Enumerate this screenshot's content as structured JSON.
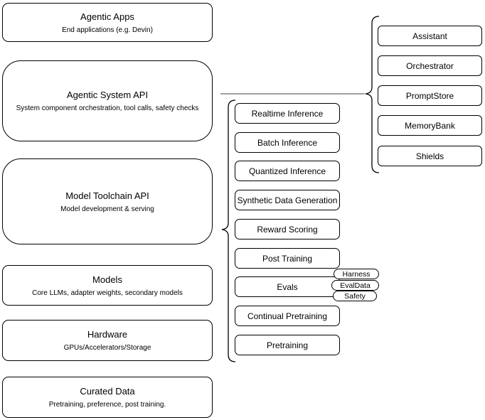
{
  "diagram": {
    "left_stack": [
      {
        "title": "Agentic Apps",
        "subtitle": "End applications (e.g. Devin)"
      },
      {
        "title": "Agentic System API",
        "subtitle": "System component orchestration, tool calls, safety checks"
      },
      {
        "title": "Model Toolchain API",
        "subtitle": "Model development & serving"
      },
      {
        "title": "Models",
        "subtitle": "Core LLMs, adapter weights, secondary models"
      },
      {
        "title": "Hardware",
        "subtitle": "GPUs/Accelerators/Storage"
      },
      {
        "title": "Curated Data",
        "subtitle": "Pretraining, preference, post training."
      }
    ],
    "toolchain_apis": [
      "Realtime Inference",
      "Batch Inference",
      "Quantized Inference",
      "Synthetic Data Generation",
      "Reward Scoring",
      "Post Training",
      "Evals",
      "Continual Pretraining",
      "Pretraining"
    ],
    "evals_tags": [
      "Harness",
      "EvalData",
      "Safety"
    ],
    "system_apis": [
      "Assistant",
      "Orchestrator",
      "PromptStore",
      "MemoryBank",
      "Shields"
    ],
    "colors": {
      "node_fill": "#ffffff",
      "node_stroke": "#000000",
      "bracket_stroke": "#000000",
      "connector_line": "#808080"
    }
  }
}
